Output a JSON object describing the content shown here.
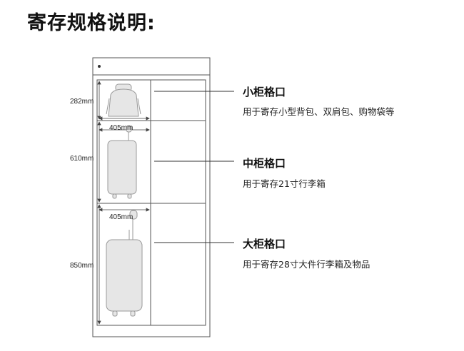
{
  "page": {
    "title": "寄存规格说明:"
  },
  "dimensions": {
    "small_height": "282mm",
    "small_width": "405mm",
    "medium_height": "610mm",
    "medium_width": "405mm",
    "large_height": "850mm"
  },
  "compartments": [
    {
      "name": "小柜格口",
      "desc": "用于寄存小型背包、双肩包、购物袋等"
    },
    {
      "name": "中柜格口",
      "desc": "用于寄存21寸行李箱"
    },
    {
      "name": "大柜格口",
      "desc": "用于寄存28寸大件行李箱及物品"
    }
  ],
  "icons": [
    "backpack-icon",
    "medium-suitcase-icon",
    "large-suitcase-icon"
  ]
}
